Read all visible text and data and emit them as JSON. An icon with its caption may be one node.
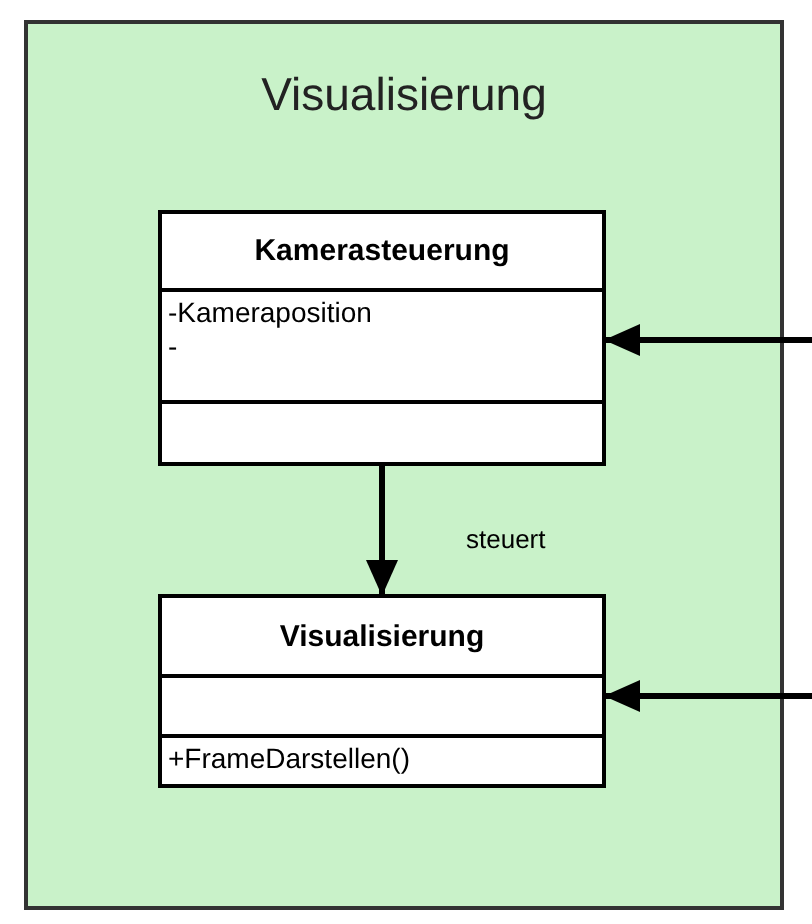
{
  "diagram": {
    "nodes": [
      {
        "text": [
          "Visualisierung"
        ]
      },
      {
        "text": [
          "Kamerasteuerung",
          "-Kameraposition",
          "-"
        ],
        "in": 0
      },
      {
        "text": [
          "Visualisierung",
          "+FrameDarstellen()"
        ],
        "in": 0
      }
    ],
    "edges": [
      {
        "from": 1,
        "to": 2,
        "arrow": "to",
        "label": "steuert"
      },
      {
        "from": null,
        "to": 1,
        "arrow": "to"
      },
      {
        "from": null,
        "to": 2,
        "arrow": "to"
      }
    ]
  }
}
